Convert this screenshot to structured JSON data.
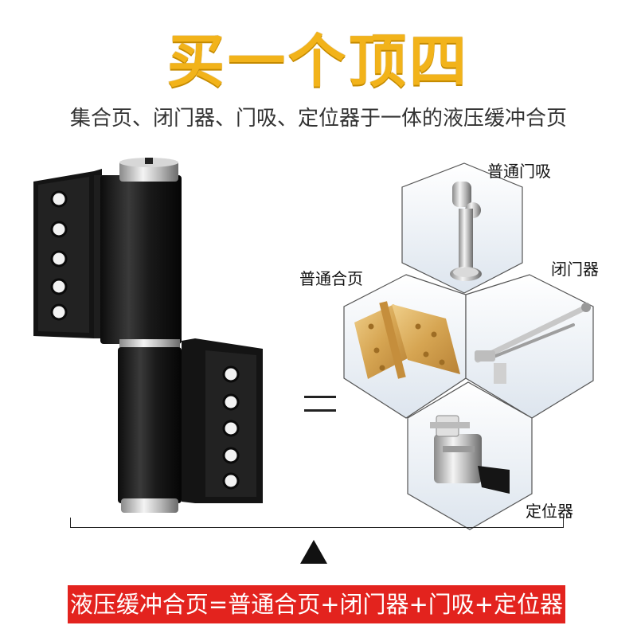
{
  "headline": "买一个顶四",
  "subtitle": "集合页、闭门器、门吸、定位器于一体的液压缓冲合页",
  "labels": {
    "door_stop": "普通门吸",
    "door_closer": "闭门器",
    "common_hinge": "普通合页",
    "positioner": "定位器"
  },
  "formula_banner": "液压缓冲合页=普通合页+闭门器+门吸+定位器",
  "colors": {
    "headline": "#f2b31a",
    "banner": "#e3231e",
    "hinge_body": "#1b1b1b"
  }
}
